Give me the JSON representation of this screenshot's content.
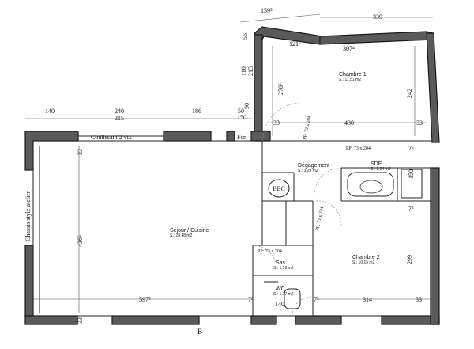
{
  "rooms": {
    "chambre1": {
      "name": "Chambre 1",
      "area": "S.: 11,51 m2"
    },
    "degagement": {
      "name": "Dégagement",
      "area": "S.: 3,29 m2"
    },
    "sde": {
      "name": "SDE",
      "area": "S.: 3,24 m2"
    },
    "sejour": {
      "name": "Séjour / Cuisine",
      "area": "S.: 28,48 m2"
    },
    "chambre2": {
      "name": "Chambre 2",
      "area": "S.: 10,15 m2"
    },
    "sas": {
      "name": "Sas",
      "area": "S.: 1,19 m2"
    },
    "wc": {
      "name": "WC",
      "area": "S.: 1,17 m2"
    }
  },
  "fixtures": {
    "bec": "BEC"
  },
  "labels": {
    "coulissant": "Coulissant 2 vtx",
    "chassis": "Chassis style atelier",
    "pp1": "PP: 73 x 204",
    "pp2": "PP: 73 x 204",
    "pp3": "PP: 73 x 204",
    "pp4": "PP: 73 x 204",
    "fcn": "Fcn",
    "b": "B"
  },
  "dims": {
    "d159": "159⁵",
    "d339": "339",
    "d56": "56",
    "d121": "121⁵",
    "d307": "307⁴",
    "d110": "110",
    "d215a": "215",
    "d278": "278⁵",
    "d242": "242",
    "d140a": "140",
    "d240": "240",
    "d215b": "215",
    "d186": "186",
    "d50": "50",
    "d90": "90",
    "d150": "150",
    "d33a": "33",
    "d430": "430",
    "d33b": "33",
    "d33c": "33",
    "d7a": "7⁵",
    "d436": "436⁵",
    "d150b": "150",
    "d7b": "7⁵",
    "d299": "299",
    "d597": "597⁵",
    "d7c": "7⁵",
    "d140b": "140",
    "d7d": "7⁵",
    "d314": "314",
    "d33d": "33",
    "d33e": "33"
  }
}
